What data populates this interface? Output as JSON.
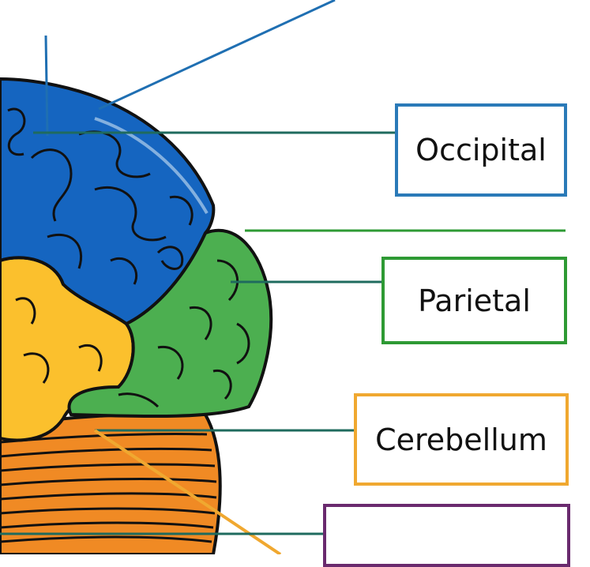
{
  "diagram": {
    "labels": [
      {
        "id": "occipital",
        "text": "Occipital",
        "border_color": "#2a7ab8"
      },
      {
        "id": "parietal",
        "text": "Parietal",
        "border_color": "#2e9a34"
      },
      {
        "id": "cerebellum",
        "text": "Cerebellum",
        "border_color": "#f0a830"
      },
      {
        "id": "blank",
        "text": "",
        "border_color": "#6a2a6e"
      }
    ],
    "colors": {
      "frontal_lobe": "#1565c0",
      "occipital_lobe": "#4caf50",
      "temporal_lobe": "#fbc02d",
      "cerebellum": "#f08a24",
      "outline": "#111111",
      "pointer_blue": "#1f6fb2",
      "pointer_green": "#2e9a34",
      "pointer_teal": "#1f6b5e",
      "pointer_orange": "#f0a830"
    }
  }
}
